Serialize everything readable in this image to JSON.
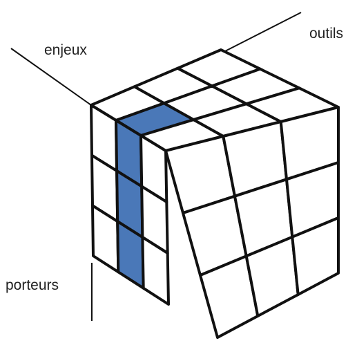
{
  "labels": {
    "top_left": "enjeux",
    "top_right": "outils",
    "bottom_left": "porteurs"
  },
  "colors": {
    "highlight": "#4a78b8",
    "stroke": "#111111",
    "face": "#ffffff"
  },
  "cube": {
    "grid_size": 3,
    "highlighted_left_face_column": 2
  }
}
